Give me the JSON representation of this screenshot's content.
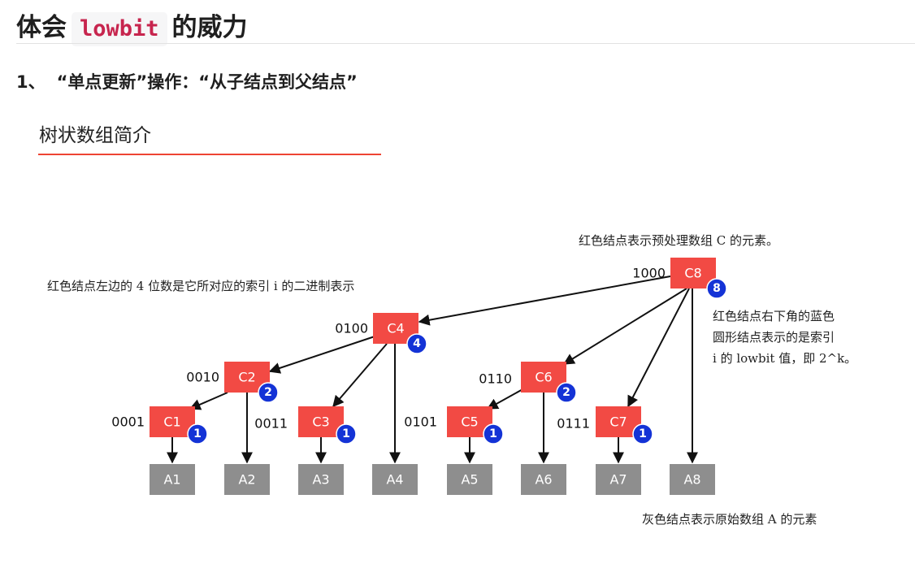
{
  "header": {
    "title_before": "体会",
    "title_code": "lowbit",
    "title_after": "的威力"
  },
  "section": {
    "number": "1、",
    "title": "“单点更新”操作：“从子结点到父结点”"
  },
  "slide": {
    "title": "树状数组简介",
    "note_top": "红色结点表示预处理数组 C 的元素。",
    "note_left": "红色结点左边的 4 位数是它所对应的索引 i 的二进制表示",
    "note_right": [
      "红色结点右下角的蓝色",
      "圆形结点表示的是索引",
      "i 的 lowbit 值，即 2^k。"
    ],
    "note_bottom": "灰色结点表示原始数组 A 的元素"
  },
  "tree": {
    "c_nodes": [
      {
        "label": "C1",
        "binary": "0001",
        "lowbit": "1"
      },
      {
        "label": "C2",
        "binary": "0010",
        "lowbit": "2"
      },
      {
        "label": "C3",
        "binary": "0011",
        "lowbit": "1"
      },
      {
        "label": "C4",
        "binary": "0100",
        "lowbit": "4"
      },
      {
        "label": "C5",
        "binary": "0101",
        "lowbit": "1"
      },
      {
        "label": "C6",
        "binary": "0110",
        "lowbit": "2"
      },
      {
        "label": "C7",
        "binary": "0111",
        "lowbit": "1"
      },
      {
        "label": "C8",
        "binary": "1000",
        "lowbit": "8"
      }
    ],
    "a_nodes": [
      "A1",
      "A2",
      "A3",
      "A4",
      "A5",
      "A6",
      "A7",
      "A8"
    ],
    "colors": {
      "c_node": "#f24a44",
      "a_node": "#8e8e8e",
      "lowbit_badge": "#1433d6",
      "arrow": "#111111",
      "underline": "#ee4433"
    }
  }
}
